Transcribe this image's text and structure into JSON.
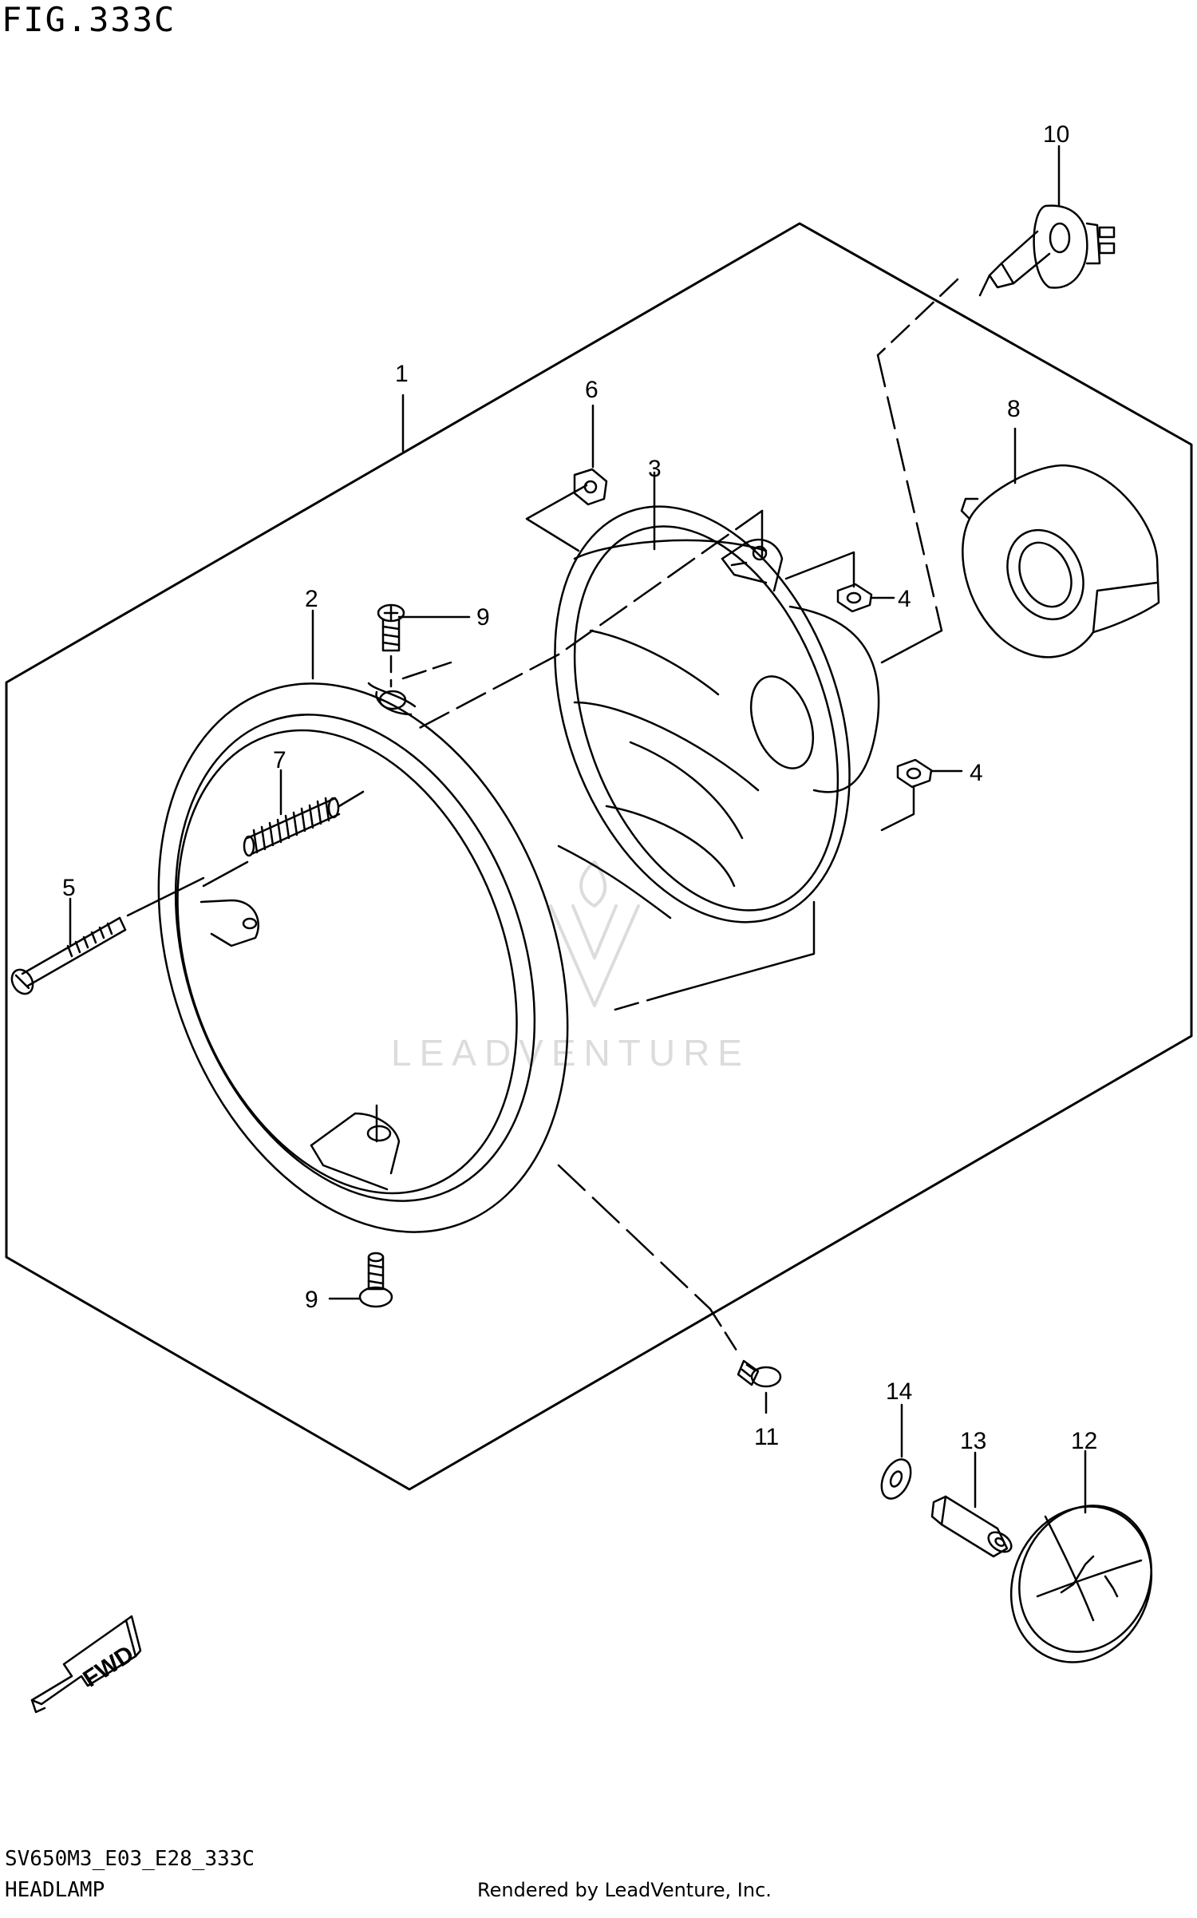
{
  "figure": {
    "title": "FIG.333C",
    "code": "SV650M3_E03_E28_333C",
    "subtitle": "HEADLAMP",
    "credit": "Rendered by LeadVenture, Inc.",
    "watermark": "LEADVENTURE"
  },
  "callouts": [
    {
      "id": "1",
      "label": "1"
    },
    {
      "id": "2",
      "label": "2"
    },
    {
      "id": "3",
      "label": "3"
    },
    {
      "id": "4a",
      "label": "4"
    },
    {
      "id": "4b",
      "label": "4"
    },
    {
      "id": "5",
      "label": "5"
    },
    {
      "id": "6",
      "label": "6"
    },
    {
      "id": "7",
      "label": "7"
    },
    {
      "id": "8",
      "label": "8"
    },
    {
      "id": "9a",
      "label": "9"
    },
    {
      "id": "9b",
      "label": "9"
    },
    {
      "id": "10",
      "label": "10"
    },
    {
      "id": "11",
      "label": "11"
    },
    {
      "id": "12",
      "label": "12"
    },
    {
      "id": "13",
      "label": "13"
    },
    {
      "id": "14",
      "label": "14"
    }
  ],
  "direction_arrow": {
    "label": "FWD"
  }
}
